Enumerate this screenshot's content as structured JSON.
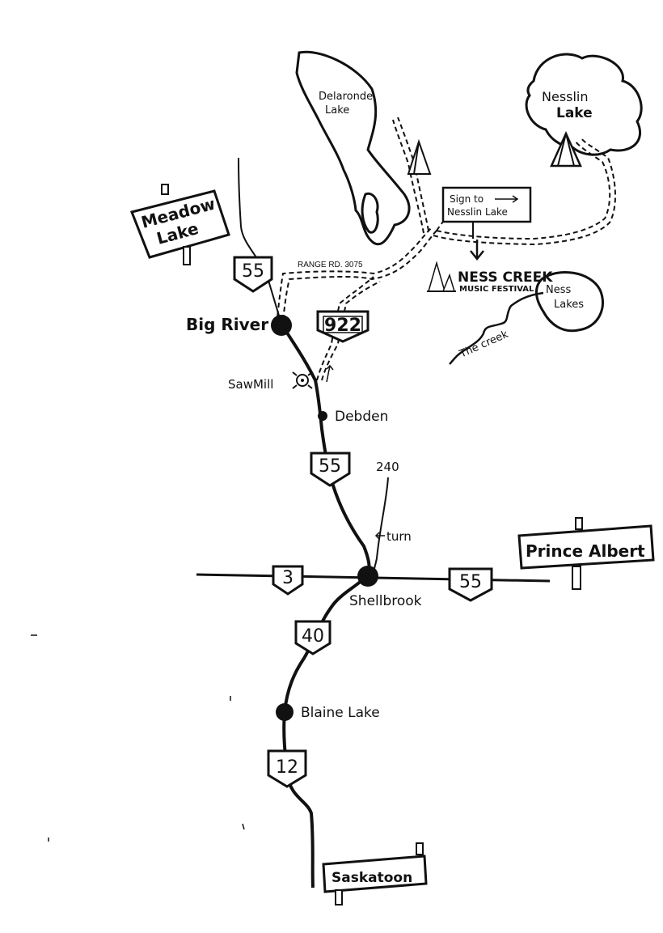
{
  "map": {
    "signs": {
      "meadow_lake_line1": "Meadow",
      "meadow_lake_line2": "Lake",
      "prince_albert": "Prince Albert",
      "saskatoon": "Saskatoon",
      "nesslin_sign_line1": "Sign to",
      "nesslin_sign_line2": "Nesslin Lake"
    },
    "lakes": {
      "delaronde_line1": "Delaronde",
      "delaronde_line2": "Lake",
      "nesslin_line1": "Nesslin",
      "nesslin_line2": "Lake",
      "ness_lakes_line1": "Ness",
      "ness_lakes_line2": "Lakes"
    },
    "towns": {
      "big_river": "Big River",
      "debden": "Debden",
      "shellbrook": "Shellbrook",
      "blaine_lake": "Blaine Lake",
      "saw_mill": "SawMill"
    },
    "highways": {
      "hwy55_north": "55",
      "hwy55_mid": "55",
      "hwy55_east": "55",
      "hwy922": "922",
      "hwy3": "3",
      "hwy40": "40",
      "hwy12": "12"
    },
    "annotations": {
      "range_road": "RANGE RD. 3075",
      "road_240": "240",
      "turn": "turn",
      "the_creek": "The creek"
    },
    "festival": {
      "line1": "NESS CREEK",
      "line2": "MUSIC FESTIVAL"
    }
  }
}
